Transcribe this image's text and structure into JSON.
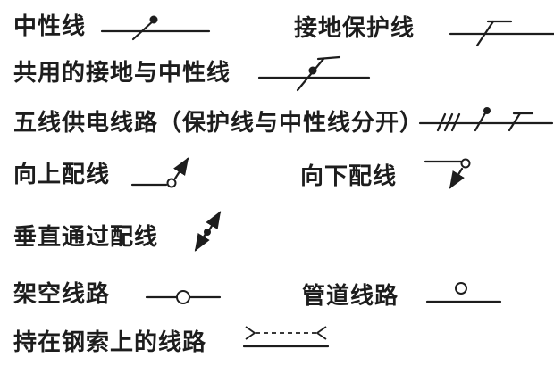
{
  "colors": {
    "background": "#ffffff",
    "ink": "#1d1d1d"
  },
  "legend": {
    "items": [
      {
        "label": "中性线",
        "symbol": "neutral-line",
        "symbol_description": "horizontal line crossed by oblique stroke ending in a solid dot"
      },
      {
        "label": "接地保护线",
        "symbol": "protective-earth-line",
        "symbol_description": "horizontal line crossed by oblique stroke topped with a short bar"
      },
      {
        "label": "共用的接地与中性线",
        "symbol": "combined-earth-neutral-line",
        "symbol_description": "horizontal line crossed by oblique stroke carrying a solid dot and a top bar"
      },
      {
        "label": "五线供电线路（保护线与中性线分开）",
        "symbol": "five-wire-supply-line",
        "symbol_description": "horizontal line with three oblique strokes, one dotted stroke and one barred stroke"
      },
      {
        "label": "向上配线",
        "symbol": "wiring-upward",
        "symbol_description": "line ending in a small open circle with an arrow slanting upward"
      },
      {
        "label": "向下配线",
        "symbol": "wiring-downward",
        "symbol_description": "line ending in a small open circle with an arrow slanting downward"
      },
      {
        "label": "垂直通过配线",
        "symbol": "wiring-through-vertically",
        "symbol_description": "double-headed oblique arrow with a solid dot at its centre"
      },
      {
        "label": "架空线路",
        "symbol": "overhead-line",
        "symbol_description": "horizontal line with an open circle on it"
      },
      {
        "label": "管道线路",
        "symbol": "conduit-line",
        "symbol_description": "horizontal line with an open circle above it"
      },
      {
        "label": "持在钢索上的线路",
        "symbol": "line-on-steel-cable",
        "symbol_description": "dashed line between inward chevrons above a solid line"
      }
    ]
  }
}
